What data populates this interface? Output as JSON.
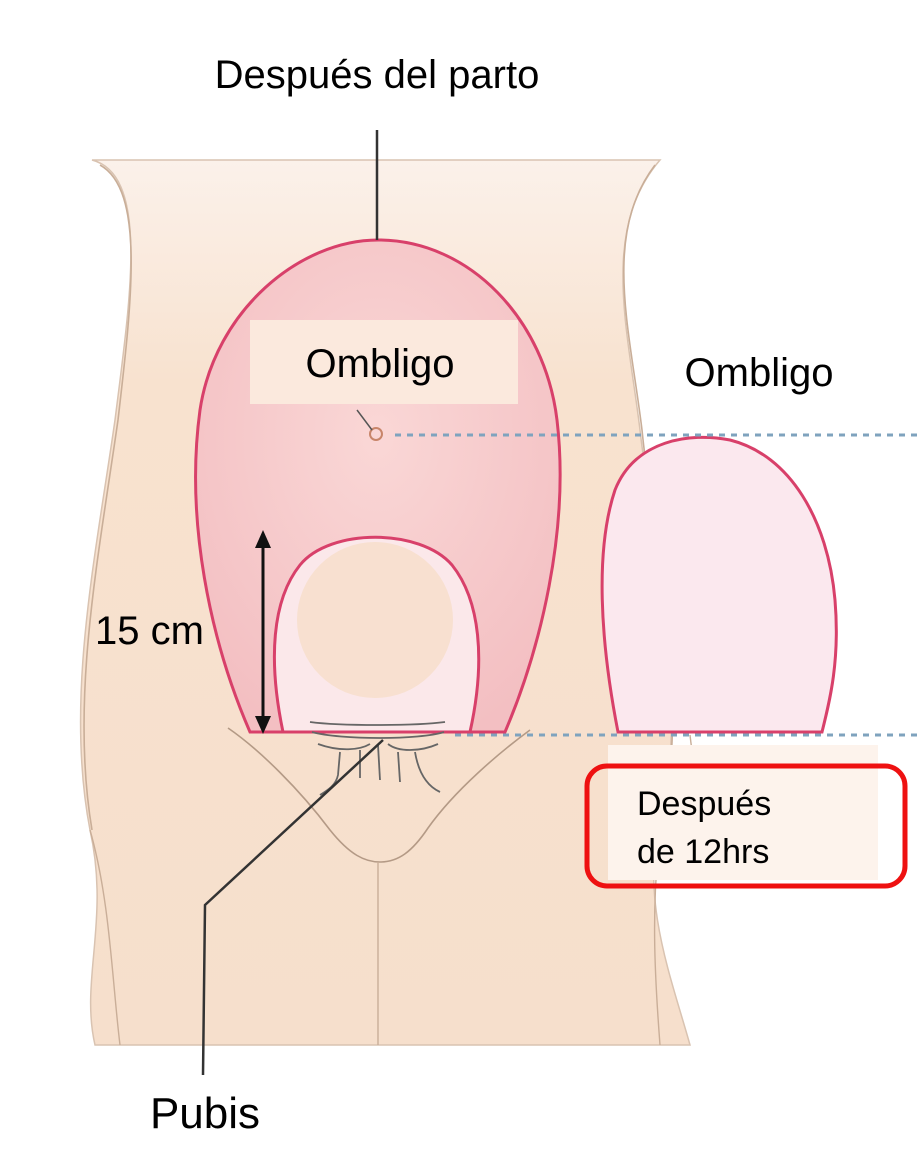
{
  "labels": {
    "title": "Después del parto",
    "umbilicus_left": "Ombligo",
    "umbilicus_right": "Ombligo",
    "measure": "15 cm",
    "pubis": "Pubis",
    "after_12h_line1": "Después",
    "after_12h_line2": "de 12hrs"
  },
  "colors": {
    "skin": "#f8e2cf",
    "skin_edge": "#b49a86",
    "uterus_fill": "#f5c9c8",
    "uterus_stroke": "#d8406a",
    "inner_fill": "#fbe8ea",
    "dotted_line": "#7fa3be",
    "highlight_box": "#ee1111",
    "label_bg": "#fbe9dd"
  }
}
